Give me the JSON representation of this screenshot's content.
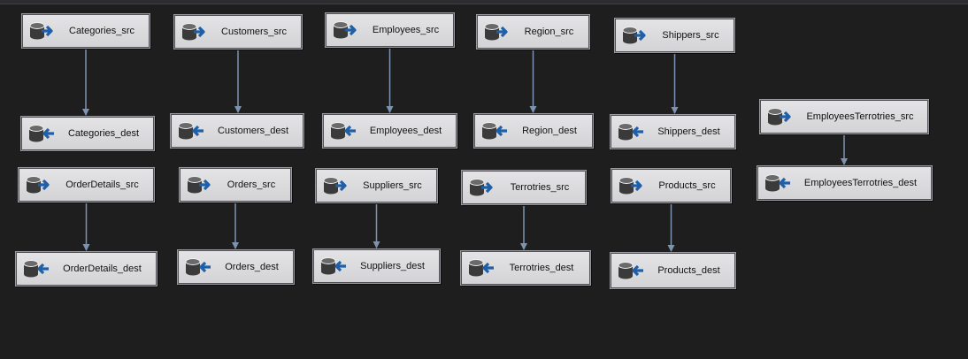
{
  "packages": [
    {
      "src": "Categories_src",
      "dest": "Categories_dest"
    },
    {
      "src": "Customers_src",
      "dest": "Customers_dest"
    },
    {
      "src": "Employees_src",
      "dest": "Employees_dest"
    },
    {
      "src": "Region_src",
      "dest": "Region_dest"
    },
    {
      "src": "Shippers_src",
      "dest": "Shippers_dest"
    },
    {
      "src": "EmployeesTerrotries_src",
      "dest": "EmployeesTerrotries_dest"
    },
    {
      "src": "OrderDetails_src",
      "dest": "OrderDetails_dest"
    },
    {
      "src": "Orders_src",
      "dest": "Orders_dest"
    },
    {
      "src": "Suppliers_src",
      "dest": "Suppliers_dest"
    },
    {
      "src": "Terrotries_src",
      "dest": "Terrotries_dest"
    },
    {
      "src": "Products_src",
      "dest": "Products_dest"
    }
  ],
  "colors": {
    "canvas": "#1e1e1e",
    "node": "#d8d8db",
    "arrow": "#7d93b2",
    "icon_arrow": "#1f5fa8",
    "icon_db": "#3a3a3a"
  },
  "icons": {
    "source": "db-source-icon",
    "destination": "db-destination-icon"
  }
}
